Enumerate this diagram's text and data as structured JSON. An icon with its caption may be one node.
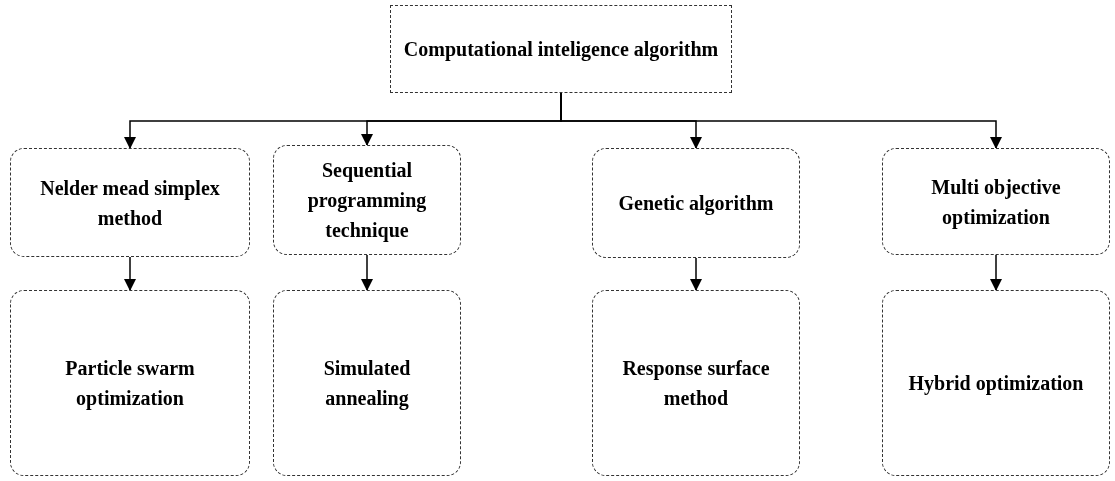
{
  "diagram": {
    "nodes": [
      {
        "text": [
          "Computational inteligence algorithm"
        ]
      },
      {
        "text": [
          "Nelder mead simplex method"
        ]
      },
      {
        "text": [
          "Sequential programming technique"
        ]
      },
      {
        "text": [
          "Genetic algorithm"
        ]
      },
      {
        "text": [
          "Multi objective optimization"
        ]
      },
      {
        "text": [
          "Particle swarm optimization"
        ]
      },
      {
        "text": [
          "Simulated annealing"
        ]
      },
      {
        "text": [
          "Response surface method"
        ]
      },
      {
        "text": [
          "Hybrid optimization"
        ]
      }
    ],
    "edges": [
      {
        "from": 0,
        "to": 1,
        "arrow": "to"
      },
      {
        "from": 0,
        "to": 2,
        "arrow": "to"
      },
      {
        "from": 0,
        "to": 3,
        "arrow": "to"
      },
      {
        "from": 0,
        "to": 4,
        "arrow": "to"
      },
      {
        "from": 1,
        "to": 5,
        "arrow": "to"
      },
      {
        "from": 2,
        "to": 6,
        "arrow": "to"
      },
      {
        "from": 3,
        "to": 7,
        "arrow": "to"
      },
      {
        "from": 4,
        "to": 8,
        "arrow": "to"
      }
    ]
  }
}
